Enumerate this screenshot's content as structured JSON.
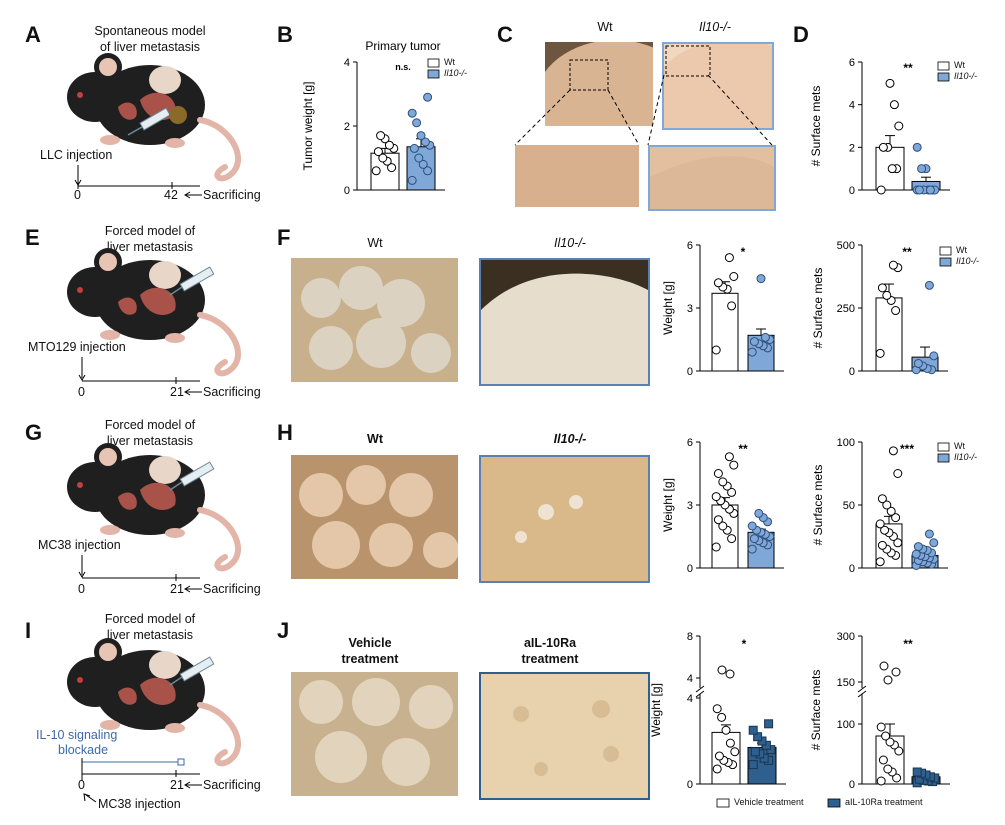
{
  "letters": {
    "A": "A",
    "B": "B",
    "C": "C",
    "D": "D",
    "E": "E",
    "F": "F",
    "G": "G",
    "H": "H",
    "I": "I",
    "J": "J"
  },
  "colors": {
    "wt": "#ffffff",
    "ko": "#7fa7d8",
    "vehicle": "#ffffff",
    "blockade": "#2f5f8f",
    "blue_text": "#3d6aa8",
    "axis": "#000000"
  },
  "icons": [
    "mouse-icon",
    "syringe-icon",
    "tumor-icon",
    "arrow-left-icon",
    "arrow-down-icon"
  ],
  "schemes": [
    {
      "id": "A",
      "title_lines": [
        "Spontaneous model",
        "of liver metastasis"
      ],
      "injection": "LLC injection",
      "t0": "0",
      "tend": "42",
      "end_label": "Sacrificing"
    },
    {
      "id": "E",
      "title_lines": [
        "Forced model of",
        "liver metastasis"
      ],
      "injection": "MTO129 injection",
      "t0": "0",
      "tend": "21",
      "end_label": "Sacrificing"
    },
    {
      "id": "G",
      "title_lines": [
        "Forced model of",
        "liver metastasis"
      ],
      "injection": "MC38 injection",
      "t0": "0",
      "tend": "21",
      "end_label": "Sacrificing"
    },
    {
      "id": "I",
      "title_lines": [
        "Forced model of",
        "liver metastasis"
      ],
      "blockade_lines": [
        "IL-10 signaling",
        "blockade"
      ],
      "injection": "MC38 injection",
      "t0": "0",
      "tend": "21",
      "end_label": "Sacrificing"
    }
  ],
  "photo_labels": {
    "C_wt": "Wt",
    "C_ko": "Il10-/-",
    "F_wt": "Wt",
    "F_ko": "Il10-/-",
    "H_wt": "Wt",
    "H_ko": "Il10-/-",
    "J_vehicle": [
      "Vehicle",
      "treatment"
    ],
    "J_blockade": [
      "aIL-10Ra",
      "treatment"
    ]
  },
  "legend_wt": "Wt",
  "legend_ko": "Il10-/-",
  "legend_J": {
    "vehicle": "Vehicle treatment",
    "blockade": "aIL-10Ra treatment"
  },
  "chart_data": [
    {
      "id": "B",
      "type": "bar",
      "title": "Primary tumor",
      "ylabel": "Tumor weight [g]",
      "ylim": [
        0,
        4
      ],
      "yticks": [
        "0",
        "2",
        "4"
      ],
      "significance": "n.s.",
      "legend": "top-right",
      "series": [
        {
          "name": "Wt",
          "mean": 1.15,
          "sem": 0.15,
          "points": [
            0.6,
            0.7,
            0.9,
            1.0,
            1.2,
            1.3,
            1.4,
            1.6,
            1.7
          ]
        },
        {
          "name": "Il10-/-",
          "mean": 1.35,
          "sem": 0.25,
          "points": [
            0.3,
            0.6,
            0.8,
            1.0,
            1.3,
            1.4,
            1.5,
            1.7,
            2.1,
            2.4,
            2.9
          ]
        }
      ]
    },
    {
      "id": "D",
      "type": "bar",
      "ylabel": "# Surface mets",
      "ylim": [
        0,
        6
      ],
      "yticks": [
        "0",
        "2",
        "4",
        "6"
      ],
      "significance": "**",
      "legend": "top-right",
      "series": [
        {
          "name": "Wt",
          "mean": 2.0,
          "sem": 0.55,
          "points": [
            0,
            1,
            1,
            2,
            2,
            3,
            4,
            5
          ]
        },
        {
          "name": "Il10-/-",
          "mean": 0.4,
          "sem": 0.2,
          "points": [
            0,
            0,
            0,
            0,
            0,
            0,
            0,
            1,
            1,
            2
          ]
        }
      ]
    },
    {
      "id": "F1",
      "type": "bar",
      "ylabel": "Weight [g]",
      "ylim": [
        0,
        6
      ],
      "yticks": [
        "0",
        "3",
        "6"
      ],
      "significance": "*",
      "series": [
        {
          "name": "Wt",
          "mean": 3.7,
          "sem": 0.55,
          "points": [
            1.0,
            3.1,
            3.9,
            4.0,
            4.2,
            4.5,
            5.4
          ]
        },
        {
          "name": "Il10-/-",
          "mean": 1.7,
          "sem": 0.3,
          "points": [
            0.9,
            1.1,
            1.2,
            1.3,
            1.4,
            1.5,
            1.6,
            4.4
          ]
        }
      ]
    },
    {
      "id": "F2",
      "type": "bar",
      "ylabel": "# Surface mets",
      "ylim": [
        0,
        500
      ],
      "yticks": [
        "0",
        "250",
        "500"
      ],
      "significance": "**",
      "legend": "top-right",
      "series": [
        {
          "name": "Wt",
          "mean": 290,
          "sem": 55,
          "points": [
            70,
            240,
            280,
            300,
            330,
            410,
            420
          ]
        },
        {
          "name": "Il10-/-",
          "mean": 55,
          "sem": 40,
          "points": [
            5,
            5,
            10,
            20,
            30,
            60,
            340
          ]
        }
      ]
    },
    {
      "id": "H1",
      "type": "bar",
      "ylabel": "Weight [g]",
      "ylim": [
        0,
        6
      ],
      "yticks": [
        "0",
        "3",
        "6"
      ],
      "significance": "**",
      "series": [
        {
          "name": "Wt",
          "mean": 3.0,
          "sem": 0.35,
          "points": [
            1.0,
            1.4,
            1.8,
            2.0,
            2.3,
            2.6,
            2.8,
            3.0,
            3.2,
            3.4,
            3.6,
            3.9,
            4.1,
            4.5,
            4.9,
            5.3
          ]
        },
        {
          "name": "Il10-/-",
          "mean": 1.7,
          "sem": 0.15,
          "points": [
            0.9,
            1.1,
            1.2,
            1.3,
            1.4,
            1.5,
            1.6,
            1.7,
            1.8,
            2.0,
            2.2,
            2.4,
            2.6
          ]
        }
      ]
    },
    {
      "id": "H2",
      "type": "bar",
      "ylabel": "# Surface mets",
      "ylim": [
        0,
        100
      ],
      "yticks": [
        "0",
        "50",
        "100"
      ],
      "significance": "***",
      "legend": "top-right",
      "series": [
        {
          "name": "Wt",
          "mean": 35,
          "sem": 6,
          "points": [
            5,
            10,
            12,
            15,
            18,
            20,
            25,
            28,
            30,
            35,
            40,
            45,
            50,
            55,
            75,
            93
          ]
        },
        {
          "name": "Il10-/-",
          "mean": 10,
          "sem": 2,
          "points": [
            2,
            3,
            4,
            5,
            6,
            7,
            8,
            9,
            10,
            11,
            12,
            14,
            15,
            17,
            20,
            27
          ]
        }
      ]
    },
    {
      "id": "J1",
      "type": "bar",
      "ylabel": "Weight [g]",
      "yticks": [
        "0",
        "4",
        "4",
        "8"
      ],
      "broken_axis": true,
      "significance": "*",
      "series": [
        {
          "name": "Vehicle treatment",
          "mean": 2.4,
          "sem": 0.35
        },
        {
          "name": "aIL-10Ra treatment",
          "mean": 1.7,
          "sem": 0.2
        }
      ]
    },
    {
      "id": "J2",
      "type": "bar",
      "ylabel": "# Surface mets",
      "yticks": [
        "0",
        "100",
        "150",
        "300"
      ],
      "broken_axis": true,
      "significance": "**",
      "series": [
        {
          "name": "Vehicle treatment",
          "mean": 80,
          "sem": 20
        },
        {
          "name": "aIL-10Ra treatment",
          "mean": 12,
          "sem": 3
        }
      ]
    }
  ]
}
